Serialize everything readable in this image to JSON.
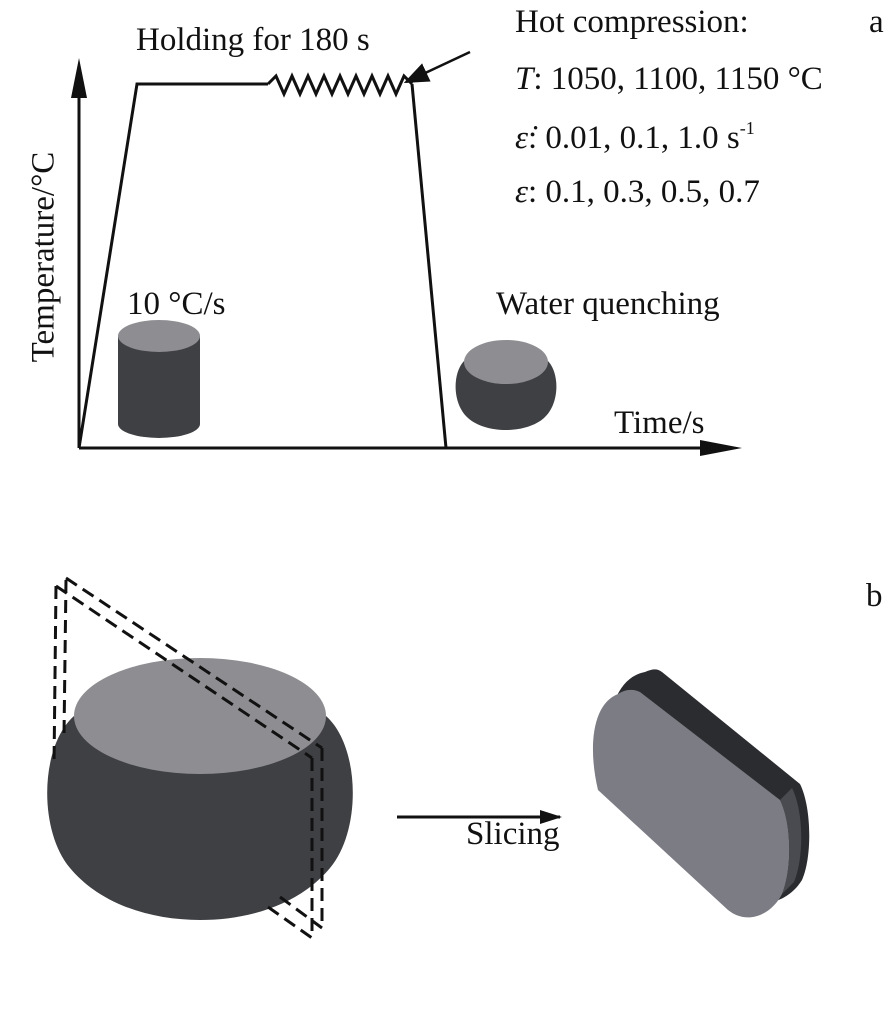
{
  "panel_a": {
    "letter": "a",
    "holding_label": "Holding for 180 s",
    "heading": "Hot compression:",
    "temperature": {
      "symbol": "T",
      "values": ": 1050, 1100, 1150 °C"
    },
    "strain_rate": {
      "symbol": "ε̇",
      "values": ": 0.01, 0.1, 1.0 s",
      "sup": "-1"
    },
    "strain": {
      "symbol": "ε",
      "values": ": 0.1, 0.3, 0.5, 0.7"
    },
    "y_axis_label": "Temperature/°C",
    "x_axis_label": "Time/s",
    "heating_rate_label": "10 °C/s",
    "quench_label": "Water quenching"
  },
  "panel_b": {
    "letter": "b",
    "slicing_label": "Slicing"
  },
  "colors": {
    "sample_dark": "#3f4043",
    "sample_top_light": "#8e8e92",
    "slice_face": "#7c7c84",
    "slice_edge": "#2b2c30",
    "line": "#111111"
  }
}
